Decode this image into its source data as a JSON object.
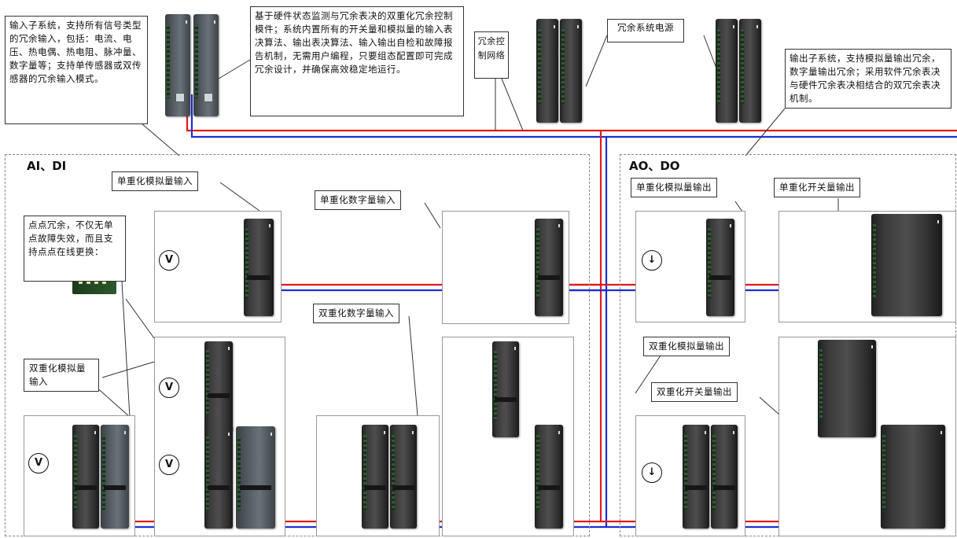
{
  "colors": {
    "red_bus": "#e11b1b",
    "blue_bus": "#1d2fd6",
    "frame": "#333333"
  },
  "notes": {
    "input_subsystem": "输入子系统，支持所有信号类型的冗余输入，包括：电流、电压、热电偶、热电阻、脉冲量、数字量等；支持单传感器或双传感器的冗余输入模式。",
    "control_module": "基于硬件状态监测与冗余表决的双重化冗余控制模件；系统内置所有的开关量和模拟量的输入表决算法、输出表决算法、输入输出自检和故障报告机制，无需用户编程，只要组态配置即可完成冗余设计，并确保高效稳定地运行。",
    "redundant_network": "冗余控制网络",
    "redundant_power": "冗余系统电源",
    "output_subsystem": "输出子系统，支持模拟量输出冗余，数字量输出冗余；采用软件冗余表决与硬件冗余表决相结合的双冗余表决机制。",
    "point_redundancy": "点点冗余，不仅无单点故障失效，而且支持点点在线更换："
  },
  "zones": {
    "input_title": "AI、DI",
    "output_title": "AO、DO"
  },
  "labels": {
    "single_ai": "单重化模拟量输入",
    "single_di": "单重化数字量输入",
    "dual_di": "双重化数字量输入",
    "dual_ai": "双重化模拟量输入",
    "single_ao": "单重化模拟量输出",
    "single_do": "单重化开关量输出",
    "dual_ao": "双重化模拟量输出",
    "dual_do": "双重化开关量输出"
  },
  "meters": {
    "voltage": "V",
    "current": "↓"
  }
}
